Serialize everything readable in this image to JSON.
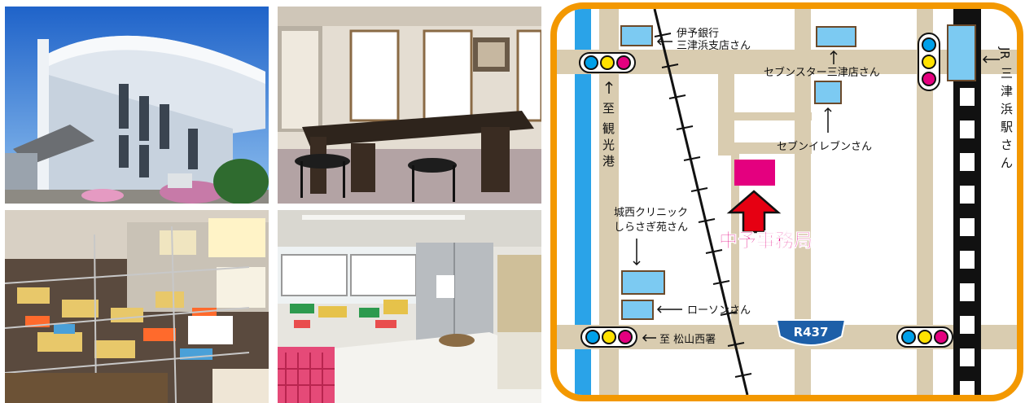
{
  "map": {
    "office": "中予事務局",
    "route": "R437",
    "labels": {
      "iyo_bank": [
        "伊予銀行",
        "三津浜支店さん"
      ],
      "seven_star": "セブンスター三津店さん",
      "seven_eleven": "セブンイレブンさん",
      "clinic": [
        "城西クリニック",
        "しらさぎ苑さん"
      ],
      "lawson": "ローソンさん",
      "matsuyama_west": "至 松山西署",
      "kanko_ko": [
        "至",
        "観",
        "光",
        "港"
      ],
      "jr_station": [
        "JR",
        "三",
        "津",
        "浜",
        "駅",
        "さ",
        "ん"
      ]
    }
  },
  "colors": {
    "frame": "#f39800",
    "road": "#d9ccb0",
    "water": "#2aa3e8",
    "building": "#7ccaf2",
    "office": "#e4007f",
    "arrow": "#e60012",
    "signal_blue": "#00a0e9",
    "signal_yellow": "#ffe100",
    "signal_magenta": "#e4007f",
    "route_sign": "#1d5fa8"
  }
}
